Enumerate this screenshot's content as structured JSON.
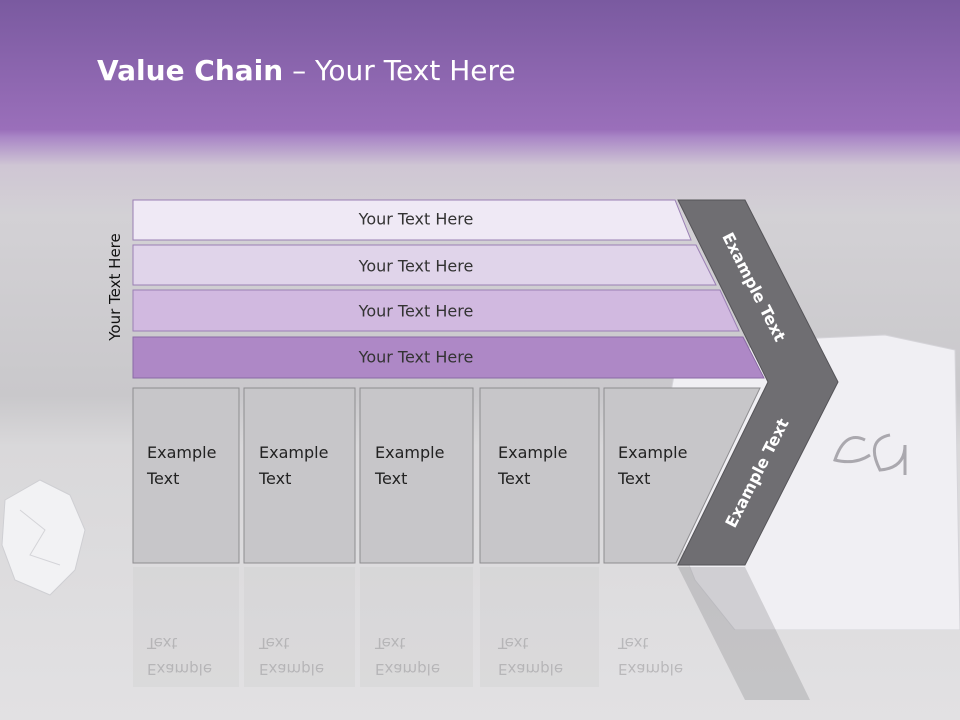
{
  "slide": {
    "title_bold": "Value Chain",
    "title_rest": " – Your Text Here",
    "side_label": "Your Text Here"
  },
  "rows": [
    {
      "label": "Your Text Here",
      "color": "#efe9f5"
    },
    {
      "label": "Your Text Here",
      "color": "#e0d4ea"
    },
    {
      "label": "Your Text Here",
      "color": "#d1b9e0"
    },
    {
      "label": "Your Text Here",
      "color": "#ae88c6"
    }
  ],
  "cells": [
    {
      "line1": "Example",
      "line2": "Text"
    },
    {
      "line1": "Example",
      "line2": "Text"
    },
    {
      "line1": "Example",
      "line2": "Text"
    },
    {
      "line1": "Example",
      "line2": "Text"
    },
    {
      "line1": "Example",
      "line2": "Text"
    }
  ],
  "chevron": {
    "upper": "Example Text",
    "lower": "Example Text",
    "color": "#6f6e72"
  },
  "colors": {
    "header": "#9a6fba",
    "cell_fill": "#c7c6c9",
    "cell_border": "#8e8d90"
  }
}
